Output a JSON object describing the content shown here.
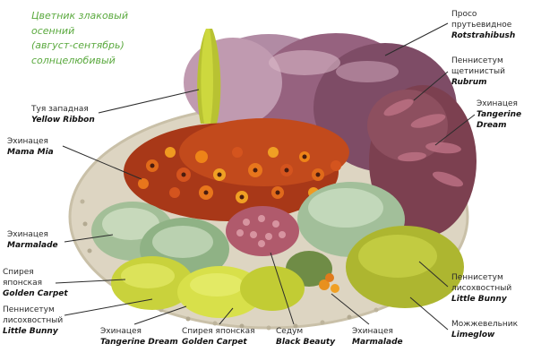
{
  "title": "Цветник злаковый\nосенний\n(август-сентябрь)\nсолнцелюбивый",
  "labels": {
    "tuya": {
      "ru": "Туя западная",
      "lat": "Yellow Ribbon"
    },
    "mama_mia": {
      "ru": "Эхинацея",
      "lat": "Mama Mia"
    },
    "proso": {
      "ru": "Просо\nпрутьевидное",
      "lat": "Rotstrahibush"
    },
    "rubrum": {
      "ru": "Пеннисетум\nщетинистый",
      "lat": "Rubrum"
    },
    "tangerine_right": {
      "ru": "Эхинацея",
      "lat": "Tangerine\nDream"
    },
    "marmalade_left": {
      "ru": "Эхинацея",
      "lat": "Marmalade"
    },
    "golden_carpet_left": {
      "ru": "Спирея\nяпонская",
      "lat": "Golden Carpet"
    },
    "little_bunny_left": {
      "ru": "Пеннисетум\nлисохвостный",
      "lat": "Little Bunny"
    },
    "tangerine_bottom": {
      "ru": "Эхинацея",
      "lat": "Tangerine Dream"
    },
    "golden_carpet_bottom": {
      "ru": "Спирея японская",
      "lat": "Golden Carpet"
    },
    "black_beauty": {
      "ru": "Седум",
      "lat": "Black Beauty"
    },
    "marmalade_bottom": {
      "ru": "Эхинацея",
      "lat": "Marmalade"
    },
    "little_bunny_right": {
      "ru": "Пеннисетум\nлисохвостный",
      "lat": "Little Bunny"
    },
    "limeglow": {
      "ru": "Можжевельник",
      "lat": "Limeglow"
    }
  },
  "colors": {
    "title_green": "#5aa93e",
    "leader_line": "#2b2b2b",
    "gravel": "#ddd5c2",
    "purple_grass": "#96627f",
    "fountain_grass_red": "#7c4050",
    "echinacea_red": "#c24a1c",
    "echinacea_orange": "#e8761c",
    "thuja_yellow": "#cdd83e",
    "spirea_yellow_green": "#d8e04a",
    "sedum_pink": "#b05a6c",
    "juniper_lime": "#adb630"
  }
}
